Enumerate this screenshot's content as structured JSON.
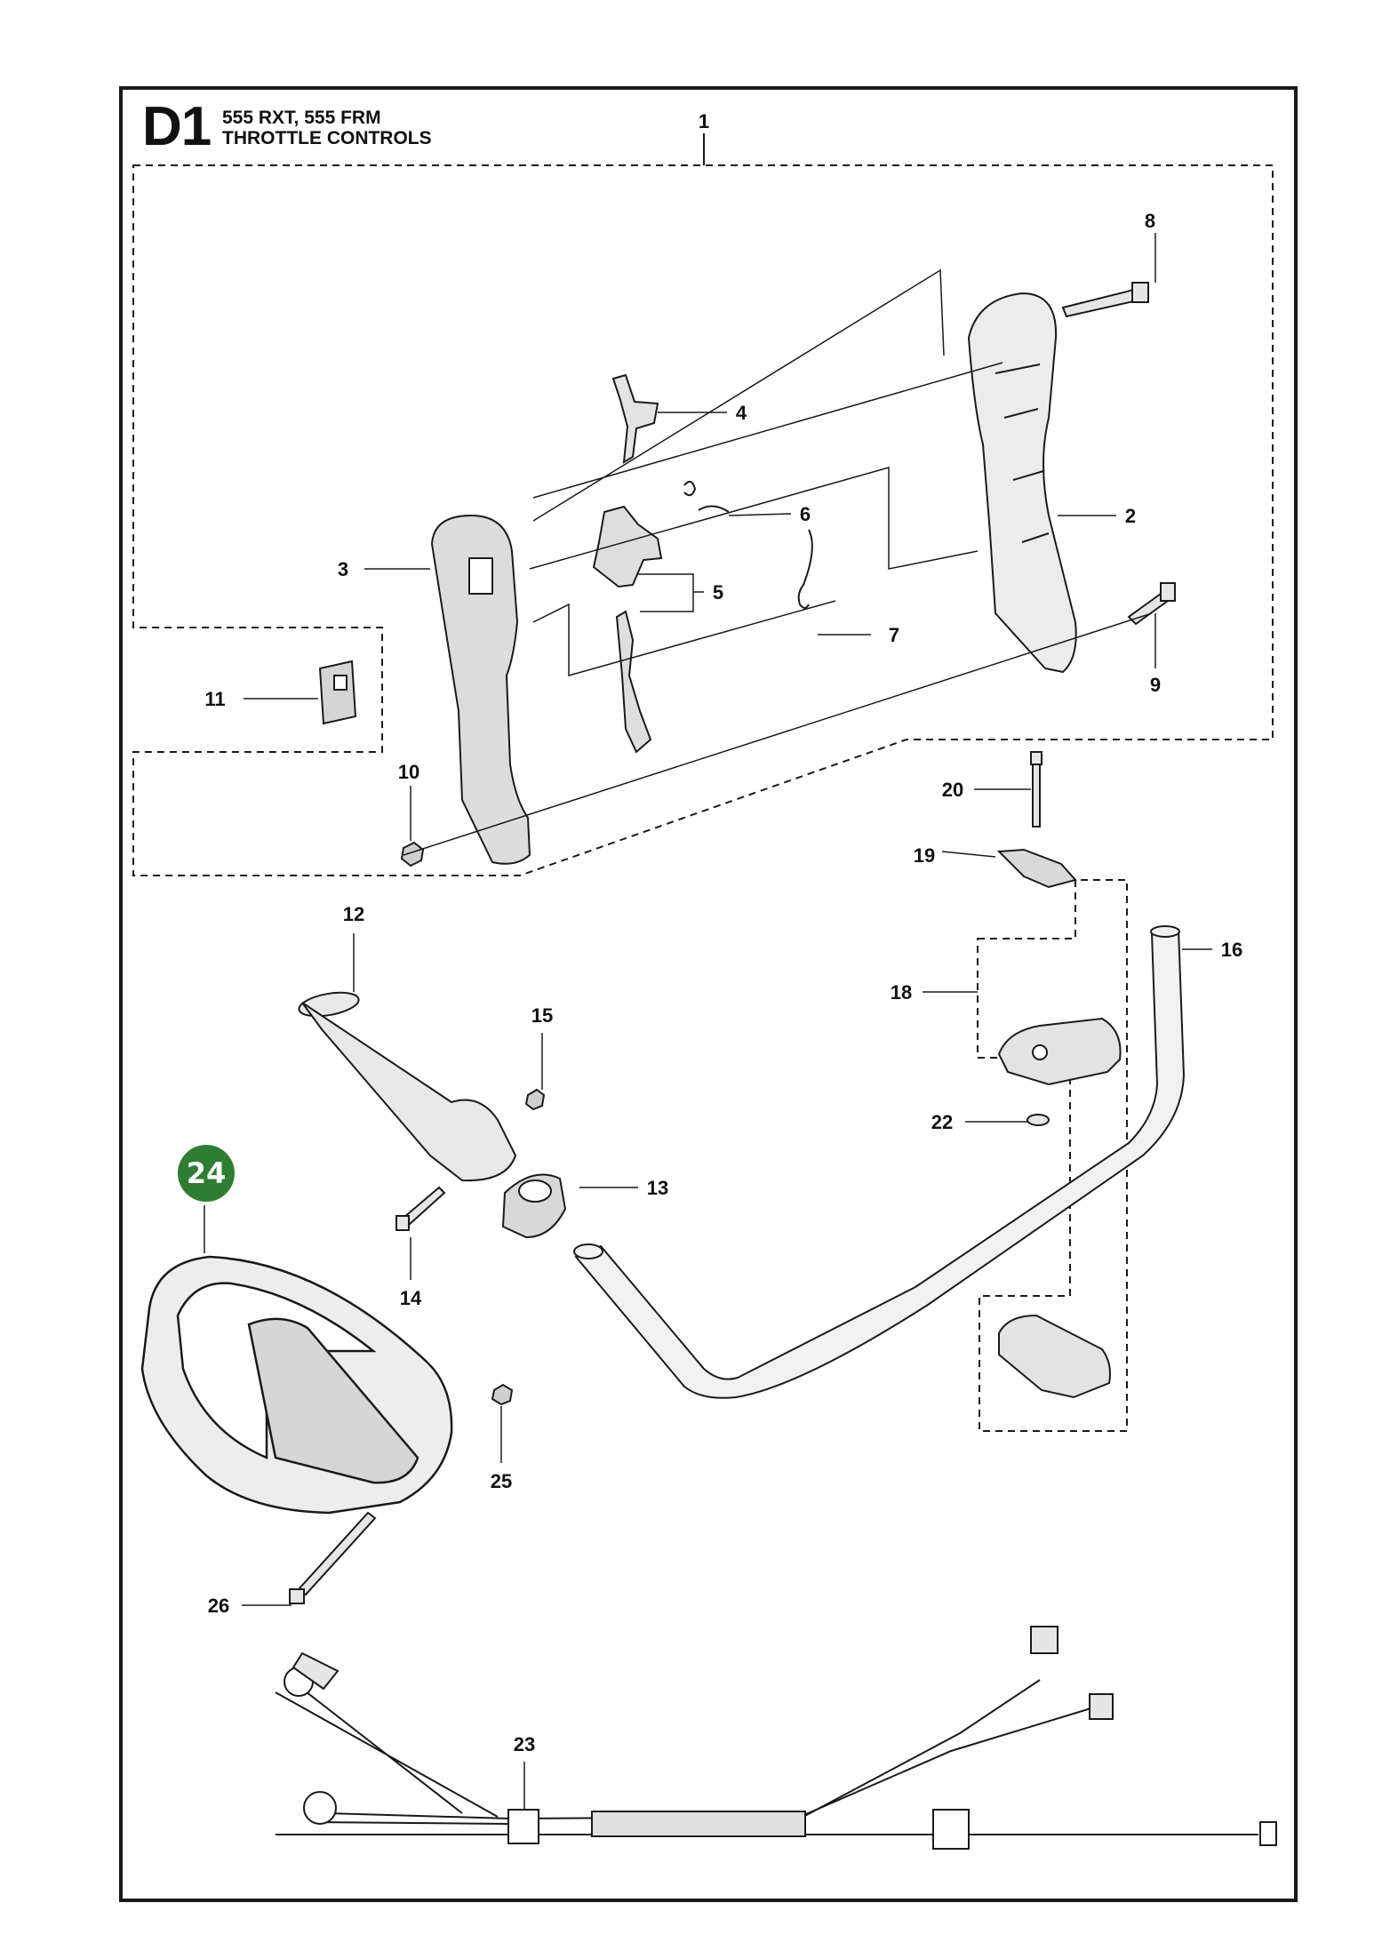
{
  "header": {
    "section_code": "D1",
    "models": "555 RXT, 555 FRM",
    "title": "THROTTLE CONTROLS"
  },
  "parts": {
    "p1": "1",
    "p2": "2",
    "p3": "3",
    "p4": "4",
    "p5": "5",
    "p6": "6",
    "p7": "7",
    "p8": "8",
    "p9": "9",
    "p10": "10",
    "p11": "11",
    "p12": "12",
    "p13": "13",
    "p14": "14",
    "p15": "15",
    "p16": "16",
    "p18": "18",
    "p19": "19",
    "p20": "20",
    "p22": "22",
    "p23": "23",
    "p25": "25",
    "p26": "26"
  },
  "highlight": {
    "label": "24",
    "color": "#2f7d32"
  },
  "colors": {
    "line": "#1a1a1a",
    "part_fill": "#e6e6e6",
    "highlight": "#2f7d32"
  }
}
